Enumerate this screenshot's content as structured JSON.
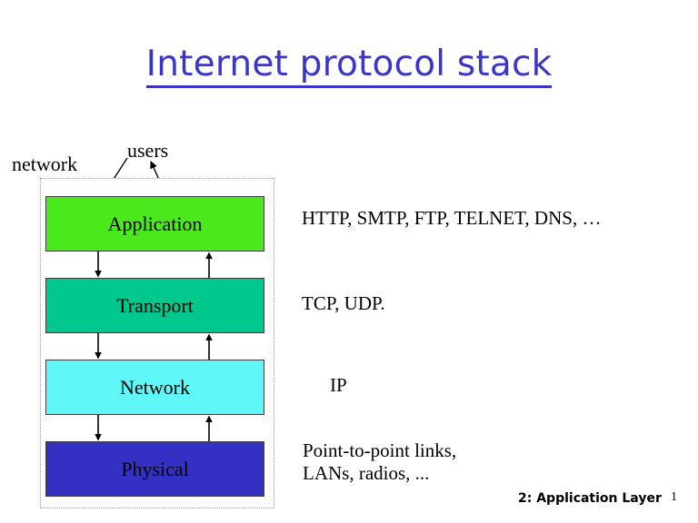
{
  "slide": {
    "title": "Internet protocol stack",
    "title_color": "#3b37c6",
    "background": "#ffffff"
  },
  "diagram": {
    "container_label": "network",
    "users_label": "users",
    "layers": [
      {
        "name": "Application",
        "color": "#4ce81e",
        "border": "#3d3d3d"
      },
      {
        "name": "Transport",
        "color": "#00c78d",
        "border": "#3d3d3d"
      },
      {
        "name": "Network",
        "color": "#5ff7f7",
        "border": "#3d3d3d"
      },
      {
        "name": "Physical",
        "color": "#3430c4",
        "border": "#3d3d3d"
      }
    ]
  },
  "protocols": [
    {
      "layer": "Application",
      "text": "HTTP, SMTP, FTP, TELNET, DNS, …"
    },
    {
      "layer": "Transport",
      "text": "TCP, UDP."
    },
    {
      "layer": "Network",
      "text": "IP"
    },
    {
      "layer": "Physical",
      "text": "Point-to-point links,\nLANs, radios, ..."
    }
  ],
  "footer": {
    "section": "2: Application Layer",
    "page_number": "1"
  }
}
